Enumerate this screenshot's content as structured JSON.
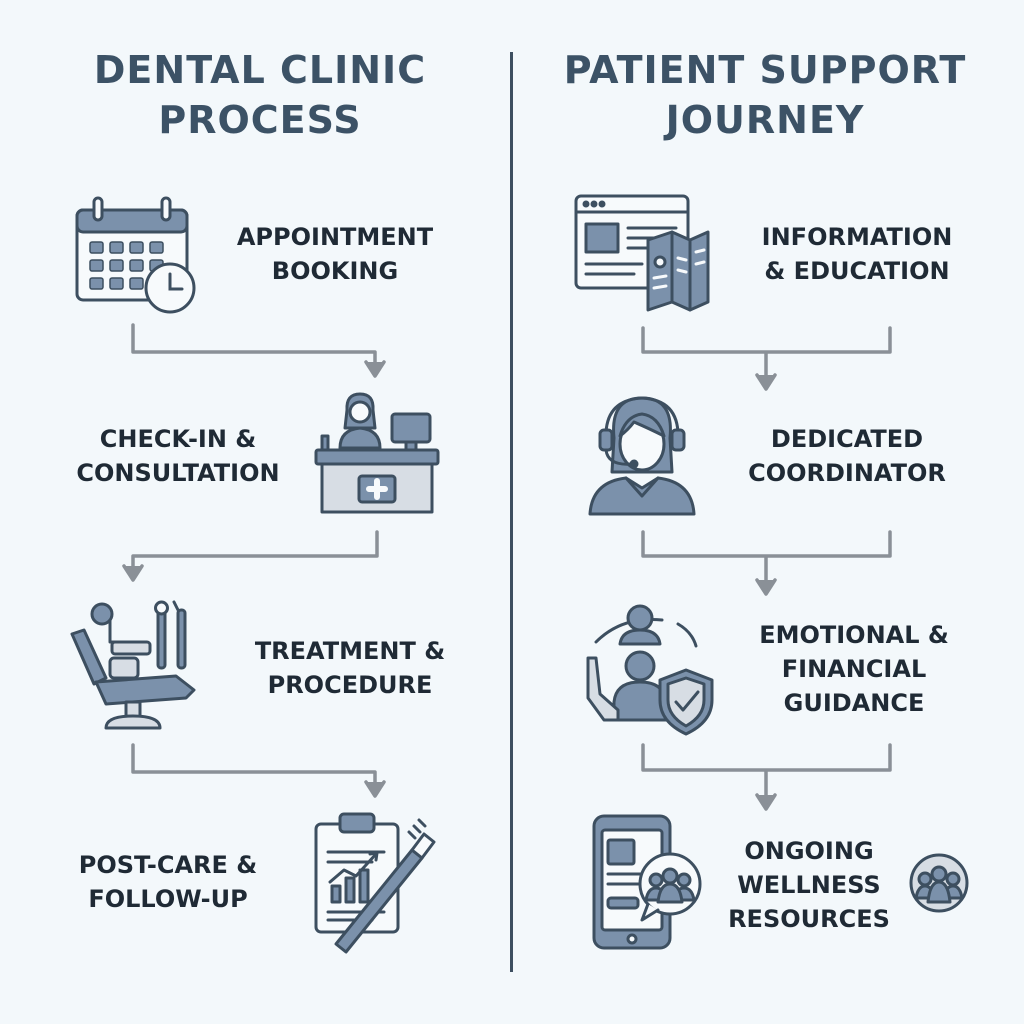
{
  "left": {
    "title": [
      "DENTAL CLINIC",
      "PROCESS"
    ],
    "steps": [
      {
        "lines": [
          "APPOINTMENT",
          "BOOKING"
        ],
        "icon": "calendar-clock-icon"
      },
      {
        "lines": [
          "CHECK-IN &",
          "CONSULTATION"
        ],
        "icon": "reception-desk-icon"
      },
      {
        "lines": [
          "TREATMENT &",
          "PROCEDURE"
        ],
        "icon": "dental-chair-icon"
      },
      {
        "lines": [
          "POST-CARE &",
          "FOLLOW-UP"
        ],
        "icon": "clipboard-toothbrush-icon"
      }
    ]
  },
  "right": {
    "title": [
      "PATIENT SUPPORT",
      "JOURNEY"
    ],
    "steps": [
      {
        "lines": [
          "INFORMATION",
          "& EDUCATION"
        ],
        "icon": "webpage-brochure-icon"
      },
      {
        "lines": [
          "DEDICATED",
          "COORDINATOR"
        ],
        "icon": "headset-coordinator-icon"
      },
      {
        "lines": [
          "EMOTIONAL &",
          "FINANCIAL",
          "GUIDANCE"
        ],
        "icon": "support-shield-icon"
      },
      {
        "lines": [
          "ONGOING",
          "WELLNESS",
          "RESOURCES"
        ],
        "icon": "mobile-community-icon"
      }
    ]
  },
  "colors": {
    "background": "#f3f8fb",
    "title": "#3c5266",
    "text": "#1f2a35",
    "icon_fill": "#7b91ab",
    "icon_stroke": "#3d4f60",
    "connector": "#8a9097"
  }
}
